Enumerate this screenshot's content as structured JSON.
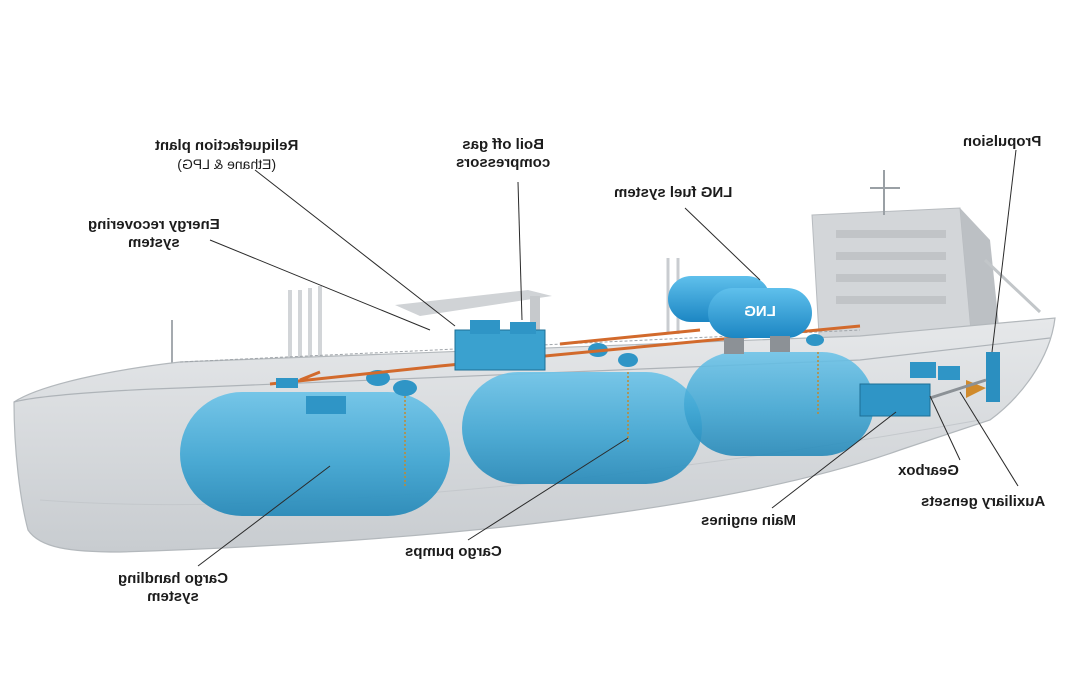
{
  "labels": {
    "propulsion": "Propulsion",
    "reliquefaction_line1": "Reliquefaction plant",
    "reliquefaction_line2": "(Ethane & LPG)",
    "boil_off_line1": "Boil off gas",
    "boil_off_line2": "compressors",
    "lng_fuel": "LNG fuel system",
    "energy_line1": "Energy recovering",
    "energy_line2": "system",
    "gearbox": "Gearbox",
    "aux_gensets": "Auxiliary gensets",
    "main_engines": "Main engines",
    "cargo_pumps": "Cargo pumps",
    "cargo_handling_line1": "Cargo handling",
    "cargo_handling_line2": "system"
  },
  "tank_marking": "LNG",
  "colors": {
    "tank_blue": "#3fa6d3",
    "tank_dark": "#1f7fae",
    "hull_gray": "#d9dbdd",
    "hull_shade": "#bfc3c6",
    "pipe_orange": "#d26a2c",
    "leader_line": "#2a2a2a"
  }
}
